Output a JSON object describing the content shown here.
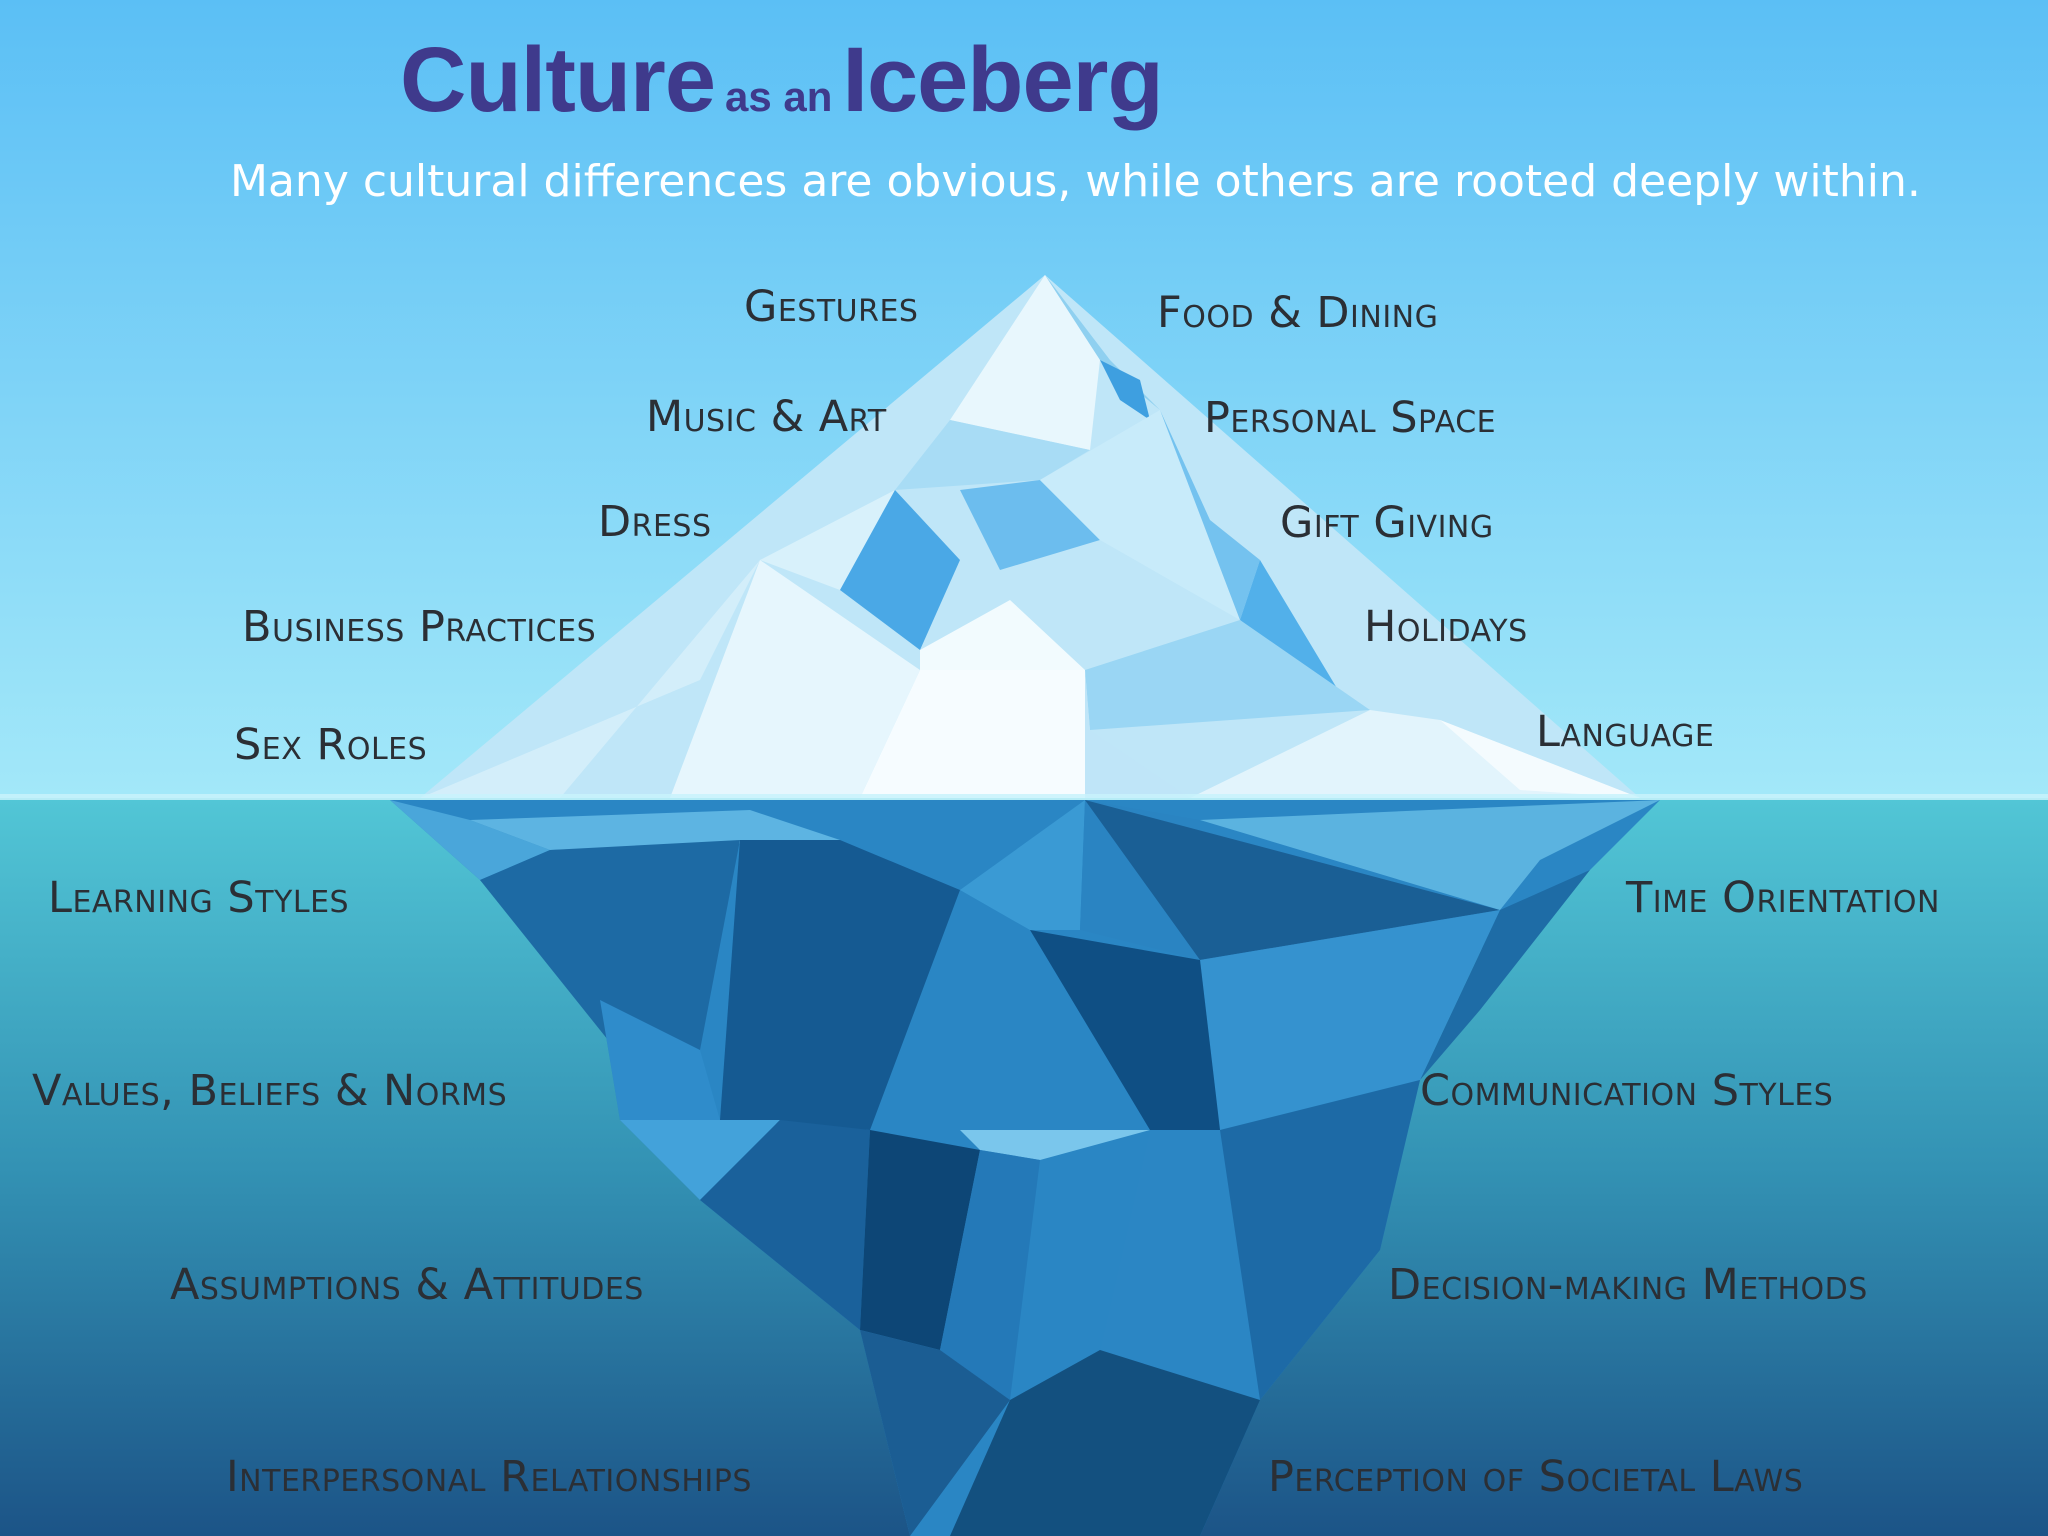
{
  "title": {
    "word1": "Culture",
    "connector": "as an",
    "word2": "Iceberg"
  },
  "subtitle": "Many cultural differences are obvious, while others are rooted deeply within.",
  "colors": {
    "sky_top": "#5bbff5",
    "sky_bottom": "#9fe6f8",
    "water_top": "#4fc3d4",
    "water_bottom": "#1f5f8f",
    "title": "#3f3a8c",
    "label": "#2b2f35"
  },
  "above_water": {
    "left": [
      "Gestures",
      "Music & Art",
      "Dress",
      "Business Practices",
      "Sex Roles"
    ],
    "right": [
      "Food & Dining",
      "Personal Space",
      "Gift Giving",
      "Holidays",
      "Language"
    ]
  },
  "below_water": {
    "left": [
      "Learning Styles",
      "Values, Beliefs & Norms",
      "Assumptions & Attitudes",
      "Interpersonal Relationships"
    ],
    "right": [
      "Time Orientation",
      "Communication Styles",
      "Decision-making Methods",
      "Perception of Societal Laws"
    ]
  }
}
